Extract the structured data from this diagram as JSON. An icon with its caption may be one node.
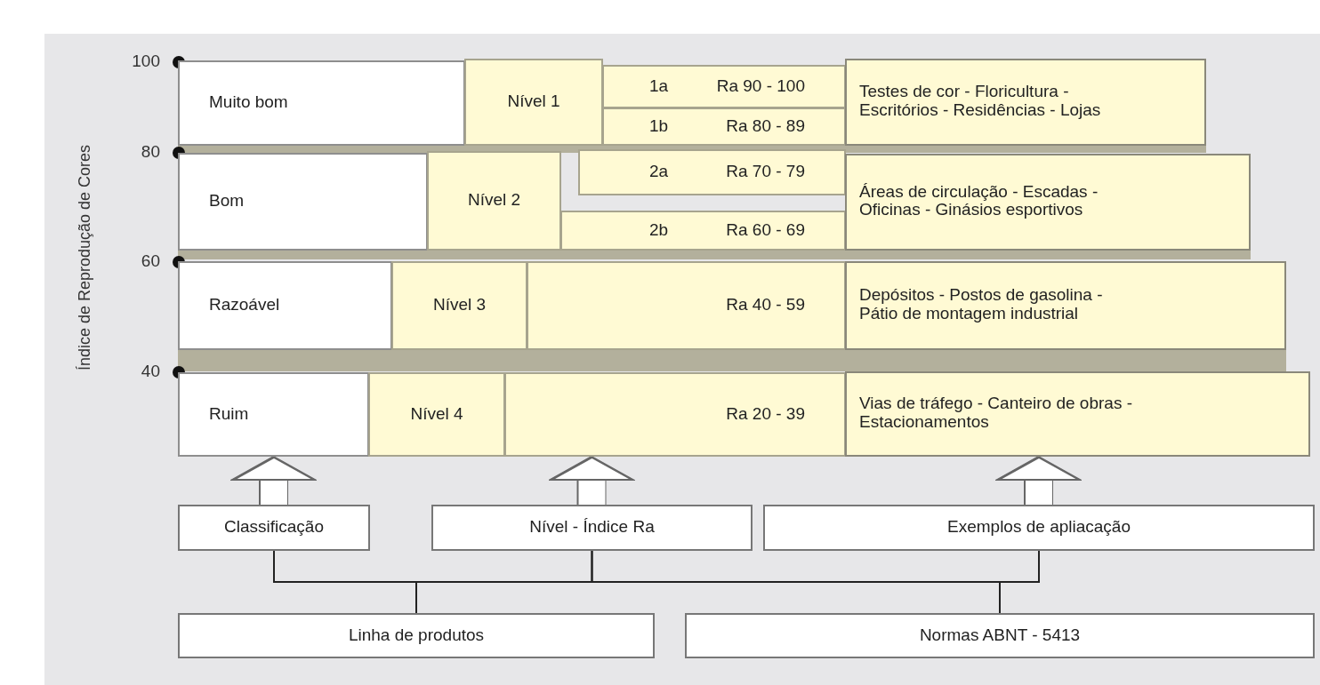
{
  "diagram": {
    "nodes": [
      {
        "text": [
          "Muito bom"
        ]
      },
      {
        "text": [
          "Bom"
        ]
      },
      {
        "text": [
          "Razoável"
        ]
      },
      {
        "text": [
          "Ruim"
        ]
      },
      {
        "text": [
          "Nível  1"
        ]
      },
      {
        "text": [
          "Nível  2"
        ]
      },
      {
        "text": [
          "Nível  3"
        ]
      },
      {
        "text": [
          "Nível  4"
        ]
      },
      {
        "text": [
          "1a",
          "Ra 90 - 100"
        ]
      },
      {
        "text": [
          "1b",
          "Ra 80 - 89"
        ]
      },
      {
        "text": [
          "2a",
          "Ra 70 - 79"
        ]
      },
      {
        "text": [
          "2b",
          "Ra 60 - 69"
        ]
      },
      {
        "text": [
          "Ra 40 - 59"
        ]
      },
      {
        "text": [
          "Ra 20 - 39"
        ]
      },
      {
        "text": [
          "Testes de cor - Floricultura - Escritórios - Residências - Lojas"
        ]
      },
      {
        "text": [
          "Áreas de circulação - Escadas - Oficinas - Ginásios esportivos"
        ]
      },
      {
        "text": [
          "Depósitos - Postos de gasolina - Pátio de montagem industrial"
        ]
      },
      {
        "text": [
          "Vias de tráfego - Canteiro de obras - Estacionamentos"
        ]
      },
      {
        "text": [
          "Classificação"
        ]
      },
      {
        "text": [
          "Nível - Índice Ra"
        ]
      },
      {
        "text": [
          "Exemplos de apliacação"
        ]
      },
      {
        "text": [
          "Linha de produtos"
        ]
      },
      {
        "text": [
          "Normas ABNT - 5413"
        ]
      }
    ],
    "edges": [
      {
        "from": 18,
        "to": 3,
        "arrow": "to",
        "style": "thick",
        "color": "#ffffff"
      },
      {
        "from": 19,
        "to": 13,
        "arrow": "to",
        "style": "thick",
        "color": "#ffffff"
      },
      {
        "from": 20,
        "to": 17,
        "arrow": "to",
        "style": "thick",
        "color": "#ffffff"
      },
      {
        "from": 18,
        "to": 21,
        "arrow": "none"
      },
      {
        "from": 18,
        "to": 22,
        "arrow": "none"
      },
      {
        "from": 19,
        "to": 21,
        "arrow": "none"
      },
      {
        "from": 19,
        "to": 22,
        "arrow": "none"
      },
      {
        "from": 20,
        "to": 21,
        "arrow": "none"
      },
      {
        "from": 20,
        "to": 22,
        "arrow": "none"
      }
    ],
    "labels": [
      "Índice de Reprodução de Cores",
      "100",
      "80",
      "60",
      "40"
    ]
  }
}
